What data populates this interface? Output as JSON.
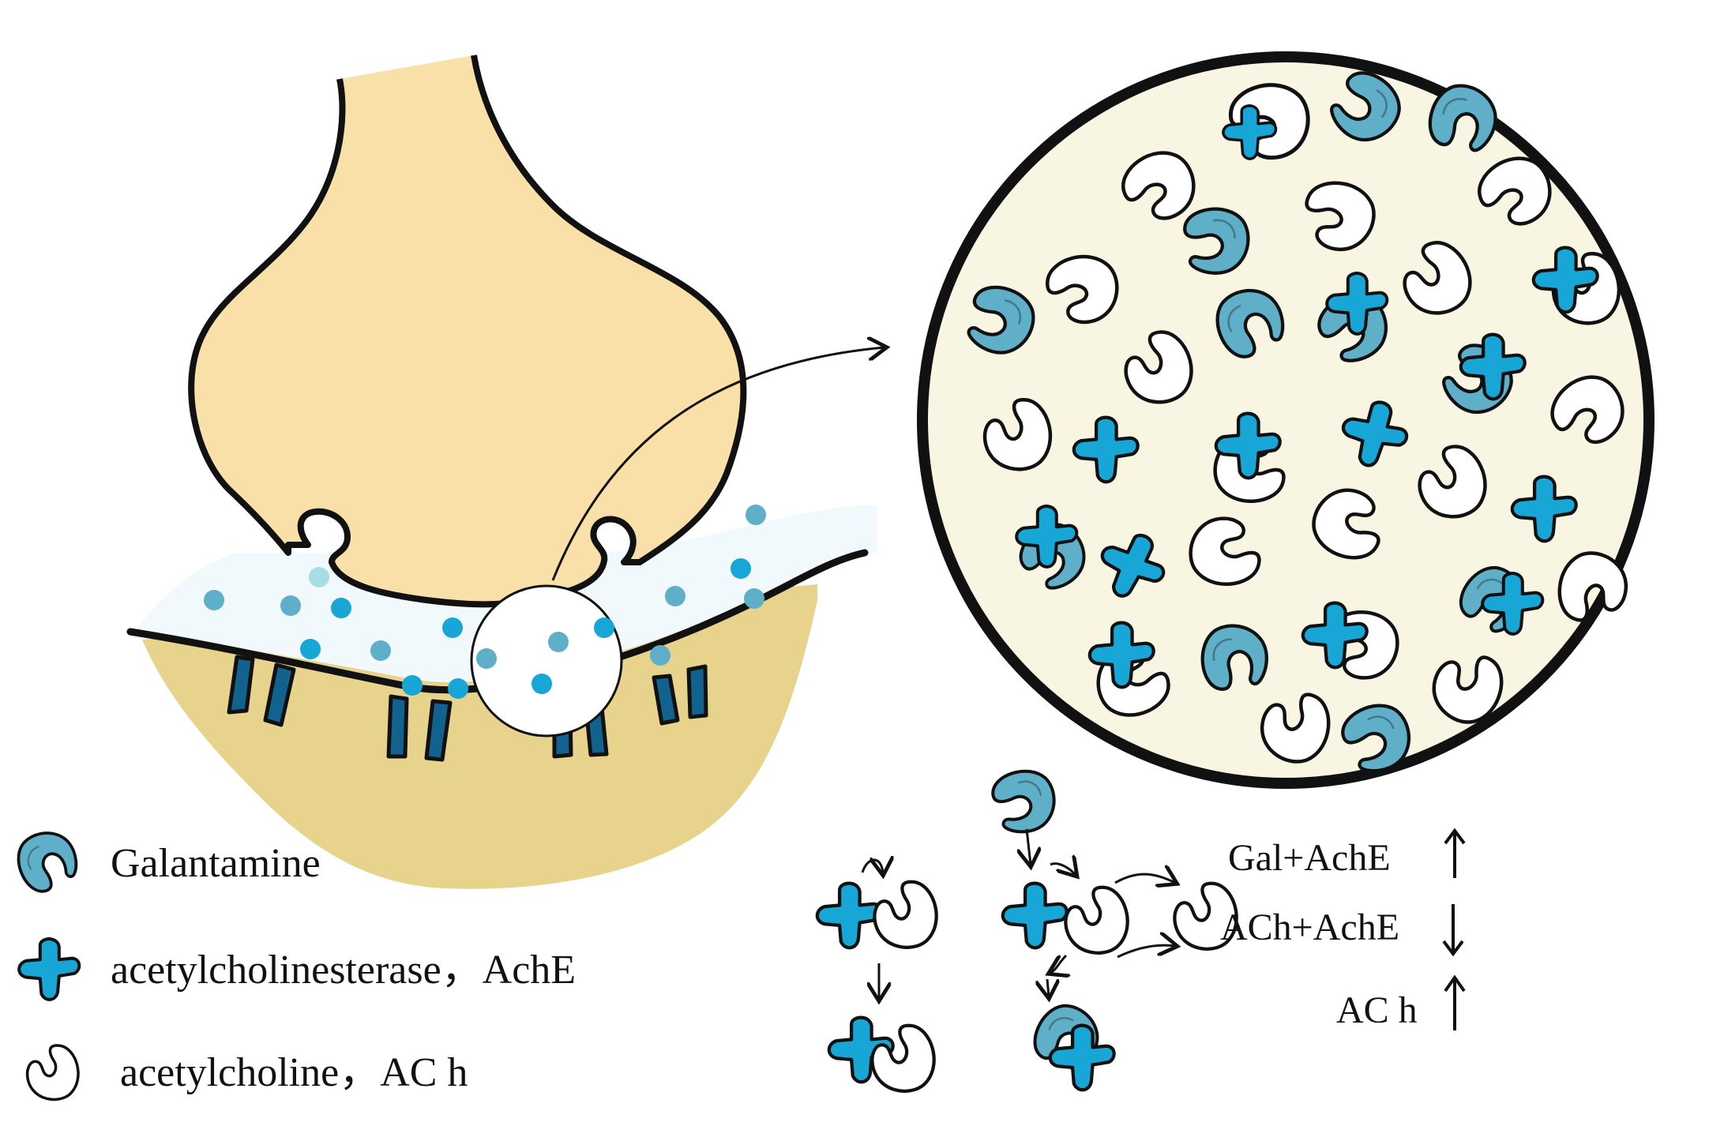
{
  "colors": {
    "presynaptic_fill": "#f8e0a8",
    "postsynaptic_fill": "#e7d38c",
    "cleft_fill": "#f2f9fc",
    "zoom_fill": "#f8f6e3",
    "galantamine": "#5fafc8",
    "ache": "#17a6d6",
    "ach_fill": "#ffffff",
    "receptor": "#12628f",
    "outline": "#111111"
  },
  "icons": {
    "galantamine": "c-shaped-molecule",
    "ache": "cross-shaped-enzyme",
    "ach": "bean-shaped-molecule",
    "arrow_up": "arrow-up-icon",
    "arrow_down": "arrow-down-icon"
  },
  "legend": [
    {
      "kind": "galantamine",
      "label": "Galantamine"
    },
    {
      "kind": "ache",
      "label": "acetylcholinesterase，AchE"
    },
    {
      "kind": "ach",
      "label": "acetylcholine，AC h"
    }
  ],
  "effects": [
    {
      "label": "Gal+AchE",
      "direction": "up"
    },
    {
      "label": "ACh+AchE",
      "direction": "down"
    },
    {
      "label": "AC h",
      "direction": "up"
    }
  ]
}
